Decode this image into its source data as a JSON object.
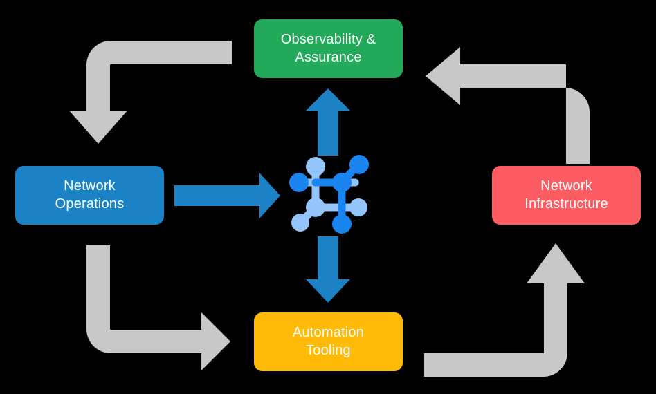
{
  "diagram": {
    "type": "cycle-diagram",
    "background_color": "#000000",
    "center_icon": {
      "name": "network-mesh-icon",
      "primary_color": "#1A85F0",
      "secondary_color": "#93C5FA"
    },
    "nodes": [
      {
        "id": "observability",
        "label": "Observability &\nAssurance",
        "color": "#22A95A",
        "text_color": "#FFFFFF",
        "position": "top"
      },
      {
        "id": "network-operations",
        "label": "Network\nOperations",
        "color": "#1B82C6",
        "text_color": "#FFFFFF",
        "position": "left"
      },
      {
        "id": "network-infrastructure",
        "label": "Network\nInfrastructure",
        "color": "#FC5C62",
        "text_color": "#FFFFFF",
        "position": "right"
      },
      {
        "id": "automation-tooling",
        "label": "Automation\nTooling",
        "color": "#FFBA08",
        "text_color": "#FFFFFF",
        "position": "bottom"
      }
    ],
    "connectors": {
      "center_color": "#1B82C6",
      "cycle_color": "#C8C8C8",
      "center_arrows": [
        {
          "id": "ops-to-center",
          "from": "network-operations",
          "to": "center",
          "direction": "right"
        },
        {
          "id": "center-to-observability",
          "from": "center",
          "to": "observability",
          "direction": "up"
        },
        {
          "id": "center-to-automation",
          "from": "center",
          "to": "automation-tooling",
          "direction": "down"
        }
      ],
      "cycle_arrows": [
        {
          "id": "observability-to-ops",
          "from": "observability",
          "to": "network-operations",
          "direction": "down"
        },
        {
          "id": "ops-to-automation",
          "from": "network-operations",
          "to": "automation-tooling",
          "direction": "right"
        },
        {
          "id": "automation-to-infrastructure",
          "from": "automation-tooling",
          "to": "network-infrastructure",
          "direction": "up"
        },
        {
          "id": "infrastructure-to-observability",
          "from": "network-infrastructure",
          "to": "observability",
          "direction": "left"
        }
      ]
    }
  }
}
